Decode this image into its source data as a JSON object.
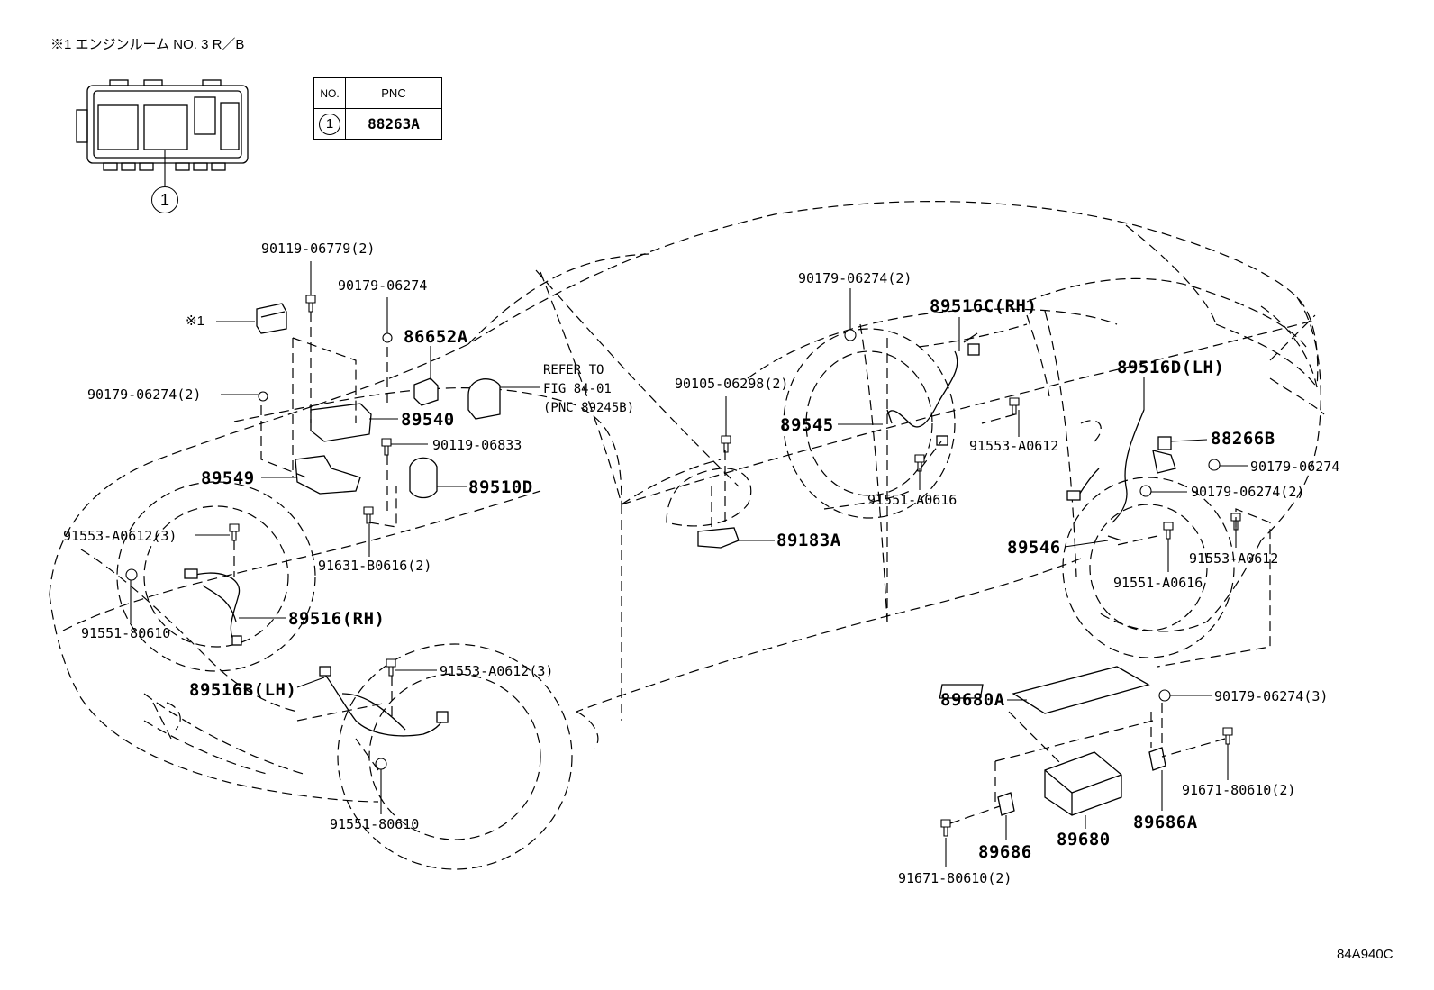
{
  "header": {
    "mark": "※1",
    "title": "エンジンルーム NO. 3 R／B"
  },
  "pnc_table": {
    "col_no": "NO.",
    "col_pnc": "PNC",
    "row_no": "1",
    "row_pnc": "88263A"
  },
  "callout_number": "1",
  "mark_label": "※1",
  "refer_note": {
    "line1": "REFER TO",
    "line2": "FIG 84-01",
    "line3": "(PNC 89245B)"
  },
  "labels": {
    "p90119_06779": "90119-06779(2)",
    "p90179_06274_a": "90179-06274",
    "p90179_06274_b": "90179-06274(2)",
    "p86652A": "86652A",
    "p89540": "89540",
    "p90119_06833": "90119-06833",
    "p89549": "89549",
    "p89510D": "89510D",
    "p91553_a0612_3a": "91553-A0612(3)",
    "p91631_b0616": "91631-B0616(2)",
    "p91551_80610_a": "91551-80610",
    "p89516RH": "89516(RH)",
    "p89516BLH": "89516B(LH)",
    "p91553_a0612_3b": "91553-A0612(3)",
    "p91551_80610_b": "91551-80610",
    "p90105_06298": "90105-06298(2)",
    "p89183A": "89183A",
    "p90179_06274_c": "90179-06274(2)",
    "p89516C": "89516C(RH)",
    "p89545": "89545",
    "p91553_a0612_c": "91553-A0612",
    "p91551_a0616_a": "91551-A0616",
    "p89516D": "89516D(LH)",
    "p88266B": "88266B",
    "p90179_06274_d": "90179-06274",
    "p90179_06274_e": "90179-06274(2)",
    "p89546": "89546",
    "p91551_a0616_b": "91551-A0616",
    "p91553_a0612_d": "91553-A0612",
    "p89680A": "89680A",
    "p90179_06274_f": "90179-06274(3)",
    "p91671_80610_a": "91671-80610(2)",
    "p89686A": "89686A",
    "p89680": "89680",
    "p89686": "89686",
    "p91671_80610_b": "91671-80610(2)"
  },
  "figure_code": "84A940C"
}
